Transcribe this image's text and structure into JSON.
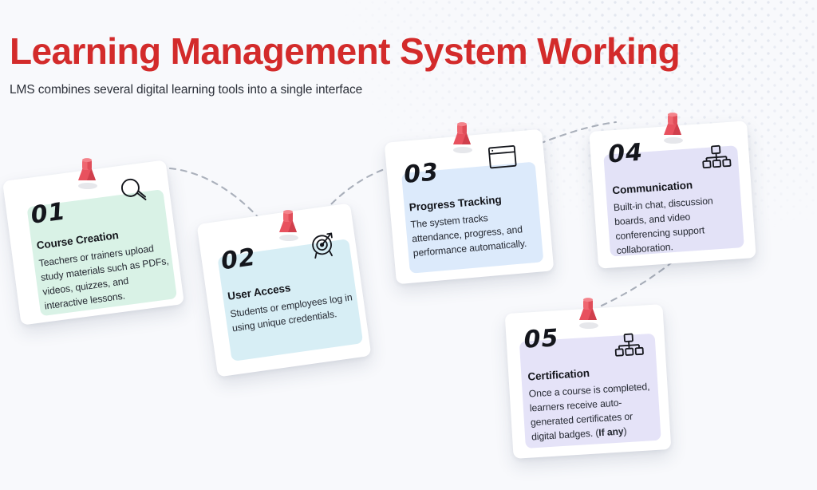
{
  "header": {
    "title": "Learning Management System Working",
    "subtitle": "LMS combines several digital learning tools into a single interface",
    "title_color": "#d32b2b"
  },
  "theme": {
    "background": "#f8f9fc",
    "pin_color": "#e8515e",
    "connector_color": "#aab0bb"
  },
  "cards": [
    {
      "number": "01",
      "heading": "Course Creation",
      "body": "Teachers or trainers upload study materials such as PDFs, videos, quizzes, and interactive lessons.",
      "icon": "magnifier-icon",
      "tint": "#d9f2e6"
    },
    {
      "number": "02",
      "heading": "User Access",
      "body": "Students or employees log in using unique credentials.",
      "icon": "target-icon",
      "tint": "#d7eef5"
    },
    {
      "number": "03",
      "heading": "Progress Tracking",
      "body": "The system tracks attendance, progress, and performance automatically.",
      "icon": "browser-window-icon",
      "tint": "#dceafb"
    },
    {
      "number": "04",
      "heading": "Communication",
      "body": "Built-in chat, discussion boards, and video conferencing support collaboration.",
      "icon": "org-chart-icon",
      "tint": "#e3e2f7"
    },
    {
      "number": "05",
      "heading": "Certification",
      "body_prefix": "Once a course is completed, learners receive auto-generated certificates or digital badges. (",
      "body_bold": "If any",
      "body_suffix": ")",
      "icon": "org-chart-icon",
      "tint": "#e5e3f8"
    }
  ]
}
